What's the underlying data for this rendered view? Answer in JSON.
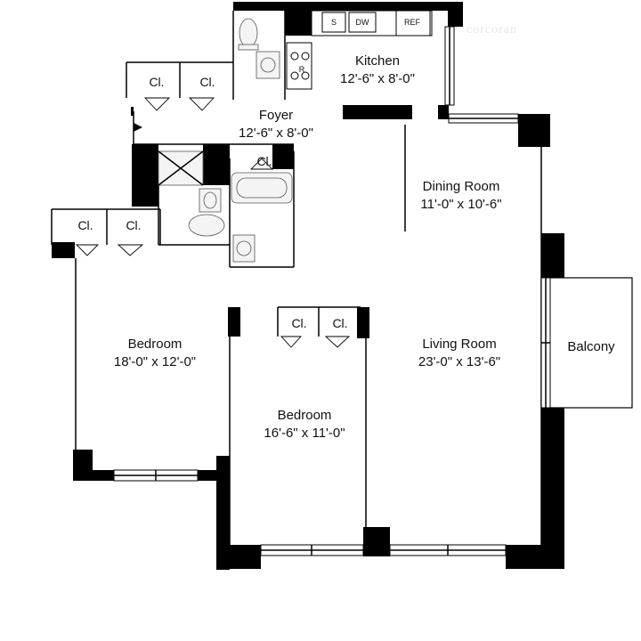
{
  "watermark": "corcoran",
  "rooms": {
    "kitchen": {
      "name": "Kitchen",
      "size": "12'-6\" x 8'-0\""
    },
    "foyer": {
      "name": "Foyer",
      "size": "12'-6\" x 8'-0\""
    },
    "dining": {
      "name": "Dining Room",
      "size": "11'-0\" x 10'-6\""
    },
    "living": {
      "name": "Living Room",
      "size": "23'-0\" x 13'-6\""
    },
    "balcony": {
      "name": "Balcony"
    },
    "bedroom1": {
      "name": "Bedroom",
      "size": "18'-0\" x 12'-0\""
    },
    "bedroom2": {
      "name": "Bedroom",
      "size": "16'-6\" x 11'-0\""
    }
  },
  "closet_label": "Cl.",
  "appliances": {
    "sink": "S",
    "dishwasher": "DW",
    "refrigerator": "REF",
    "range": "R"
  }
}
